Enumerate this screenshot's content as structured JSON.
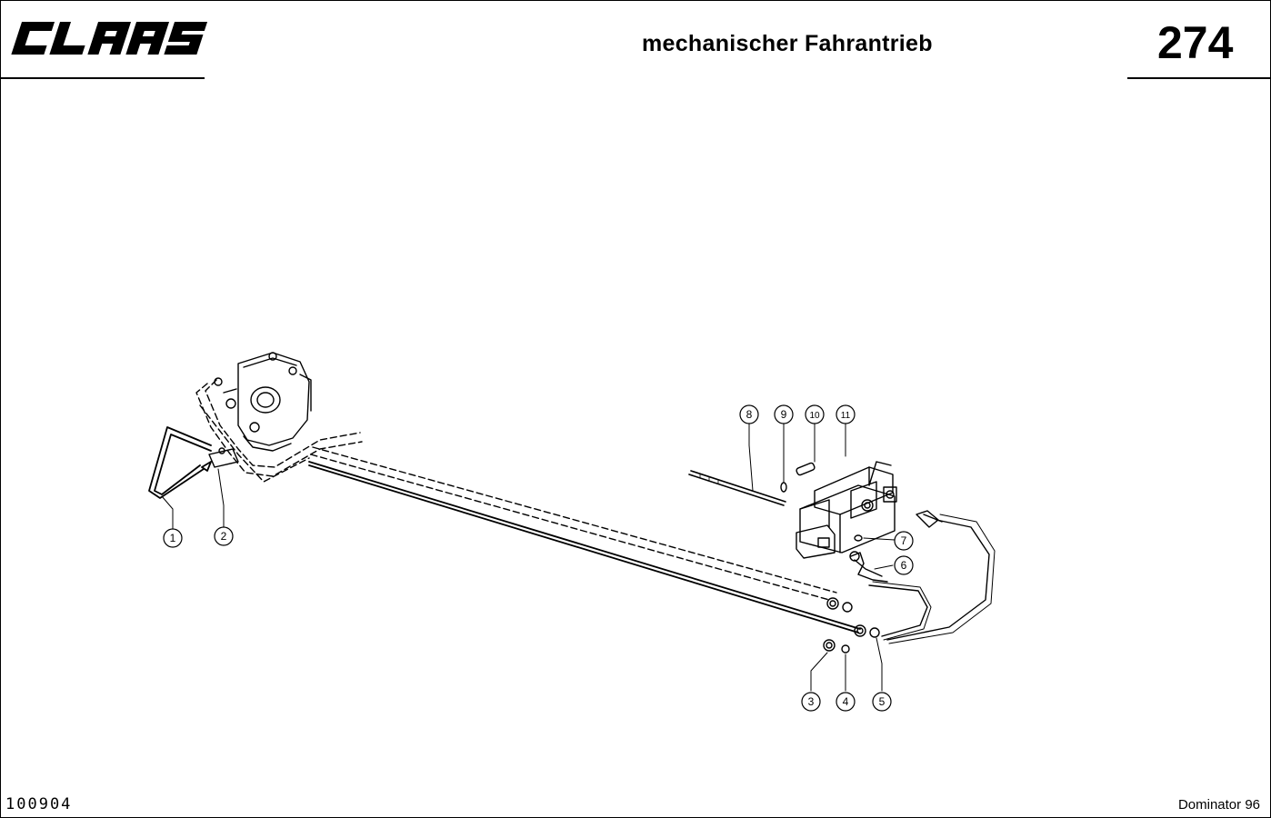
{
  "header": {
    "brand_logo": "CLAAS",
    "title": "mechanischer Fahrantrieb",
    "page_number": "274"
  },
  "footer": {
    "doc_code": "100904",
    "model": "Dominator 96"
  },
  "callouts": [
    {
      "id": "1",
      "label": "1"
    },
    {
      "id": "2",
      "label": "2"
    },
    {
      "id": "3",
      "label": "3"
    },
    {
      "id": "4",
      "label": "4"
    },
    {
      "id": "5",
      "label": "5"
    },
    {
      "id": "6",
      "label": "6"
    },
    {
      "id": "7",
      "label": "7"
    },
    {
      "id": "8",
      "label": "8"
    },
    {
      "id": "9",
      "label": "9"
    },
    {
      "id": "10",
      "label": "10"
    },
    {
      "id": "11",
      "label": "11"
    }
  ],
  "colors": {
    "ink": "#000000",
    "paper": "#ffffff"
  }
}
